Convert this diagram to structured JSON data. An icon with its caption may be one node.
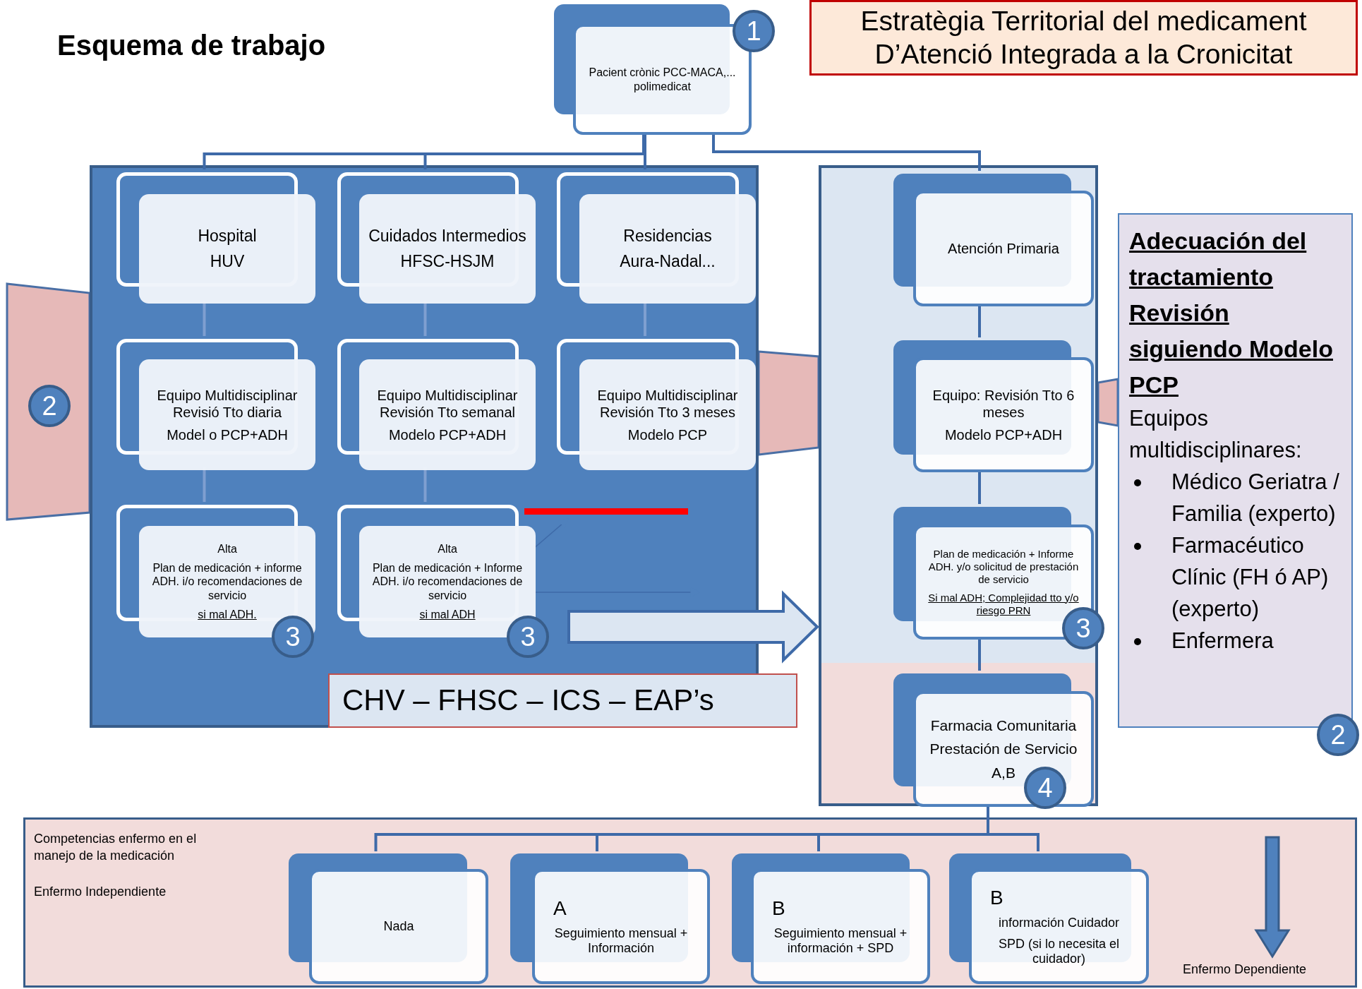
{
  "diagram": {
    "title": "Esquema de trabajo",
    "nodes": [
      {
        "text": [
          "Pacient crònic PCC-MACA,... polimedicat"
        ]
      },
      {
        "text": [
          "Estratègia Territorial del medicament D’Atenció Integrada a la Cronicitat"
        ]
      },
      {
        "text": [],
        "shape": "box"
      },
      {
        "text": [
          "Hospital",
          "HUV"
        ],
        "in": 2
      },
      {
        "text": [
          "Cuidados Intermedios",
          "HFSC-HSJM"
        ],
        "in": 2
      },
      {
        "text": [
          "Residencias",
          "Aura-Nadal..."
        ],
        "in": 2
      },
      {
        "text": [
          "Equipo Multidisciplinar Revisió Tto diaria",
          "Model o PCP+ADH"
        ],
        "in": 2
      },
      {
        "text": [
          "Equipo Multidisciplinar Revisión Tto semanal",
          "Modelo PCP+ADH"
        ],
        "in": 2
      },
      {
        "text": [
          "Equipo Multidisciplinar Revisión Tto 3 meses",
          "Modelo PCP"
        ],
        "in": 2
      },
      {
        "text": [
          "Alta",
          "Plan de medicación + informe ADH. i/o recomendaciones de servicio",
          "si mal ADH."
        ],
        "in": 2
      },
      {
        "text": [
          "Alta",
          "Plan de medicación + Informe ADH. i/o recomendaciones de servicio",
          "si mal ADH"
        ],
        "in": 2
      },
      {
        "text": [
          "CHV – FHSC – ICS – EAP’s"
        ]
      },
      {
        "text": [],
        "shape": "box"
      },
      {
        "text": [
          "Atención Primaria"
        ],
        "in": 12
      },
      {
        "text": [
          "Equipo: Revisión Tto 6 meses",
          "Modelo PCP+ADH"
        ],
        "in": 12
      },
      {
        "text": [
          "Plan de medicación + Informe ADH. y/o solicitud de prestación de servicio",
          "Si mal ADH; Complejidad tto y/o riesgo PRN"
        ],
        "in": 12
      },
      {
        "text": [
          "Farmacia Comunitaria",
          "Prestación de Servicio",
          "A,B"
        ],
        "in": 12
      },
      {
        "text": [
          "Adecuación del tractamiento Revisión siguiendo Modelo PCP",
          "Equipos multidisciplinares:",
          "Médico Geriatra / Familia (experto)",
          "Farmacéutico Clínic (FH ó AP) (experto)",
          "Enfermera"
        ]
      },
      {
        "text": [
          "Competencias enfermo en el manejo de la medicación",
          "Enfermo Independiente",
          "Enfermo Dependiente"
        ]
      },
      {
        "text": [
          "Nada"
        ],
        "in": 18
      },
      {
        "text": [
          "A",
          "Seguimiento mensual + Información"
        ],
        "in": 18
      },
      {
        "text": [
          "B",
          "Seguimiento mensual + información + SPD"
        ],
        "in": 18
      },
      {
        "text": [
          "B",
          "información Cuidador",
          "SPD (si lo necesita el cuidador)"
        ],
        "in": 18
      },
      {
        "text": [],
        "shape": "trapezoid"
      },
      {
        "text": [],
        "shape": "trapezoid"
      },
      {
        "text": [],
        "shape": "trapezoid"
      }
    ],
    "edges": [
      {
        "from": 0,
        "to": 3,
        "arrow": "none"
      },
      {
        "from": 0,
        "to": 4,
        "arrow": "none"
      },
      {
        "from": 0,
        "to": 5,
        "arrow": "none"
      },
      {
        "from": 0,
        "to": 13,
        "arrow": "none"
      },
      {
        "from": 3,
        "to": 6,
        "arrow": "none",
        "color": "#7f9fd0"
      },
      {
        "from": 6,
        "to": 9,
        "arrow": "none",
        "color": "#7f9fd0"
      },
      {
        "from": 4,
        "to": 7,
        "arrow": "none",
        "color": "#7f9fd0"
      },
      {
        "from": 7,
        "to": 10,
        "arrow": "none",
        "color": "#7f9fd0"
      },
      {
        "from": 5,
        "to": 8,
        "arrow": "none",
        "color": "#7f9fd0"
      },
      {
        "from": 13,
        "to": 14,
        "arrow": "none"
      },
      {
        "from": 14,
        "to": 15,
        "arrow": "none"
      },
      {
        "from": 15,
        "to": 16,
        "arrow": "none"
      },
      {
        "from": 16,
        "to": 19,
        "arrow": "none"
      },
      {
        "from": 16,
        "to": 20,
        "arrow": "none"
      },
      {
        "from": 16,
        "to": 21,
        "arrow": "none"
      },
      {
        "from": 16,
        "to": 22,
        "arrow": "none"
      },
      {
        "from": 2,
        "to": 12,
        "arrow": "to"
      },
      {
        "from": 10,
        "to": null,
        "arrow": "to"
      },
      {
        "from": 10,
        "to": null,
        "arrow": "to"
      }
    ],
    "labels": [
      "1",
      "2",
      "3",
      "3",
      "3",
      "2",
      "4"
    ]
  }
}
